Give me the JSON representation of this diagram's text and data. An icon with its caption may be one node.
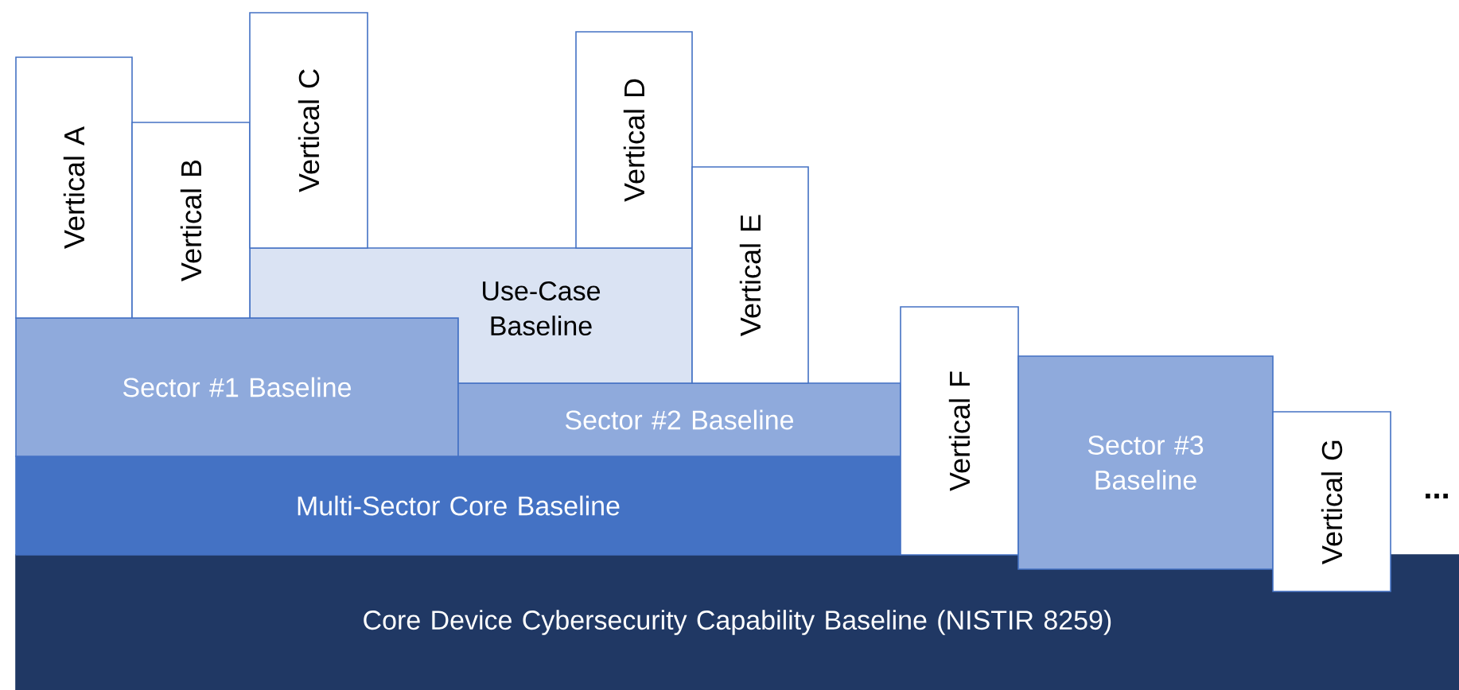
{
  "diagram": {
    "nodes": [
      {
        "text": [
          "Vertical A"
        ]
      },
      {
        "text": [
          "Vertical B"
        ]
      },
      {
        "text": [
          "Vertical C"
        ]
      },
      {
        "text": [
          "Vertical D"
        ]
      },
      {
        "text": [
          "Vertical E"
        ]
      },
      {
        "text": [
          "Use-Case Baseline"
        ]
      },
      {
        "text": [
          "Sector #1 Baseline"
        ]
      },
      {
        "text": [
          "Sector #2 Baseline"
        ]
      },
      {
        "text": [
          "Vertical F"
        ]
      },
      {
        "text": [
          "Sector #3 Baseline"
        ]
      },
      {
        "text": [
          "Vertical G"
        ]
      },
      {
        "text": [
          "Multi-Sector Core Baseline"
        ]
      },
      {
        "text": [
          "Core Device Cybersecurity Capability Baseline (NISTIR 8259)"
        ]
      }
    ],
    "labels": [
      "..."
    ]
  }
}
